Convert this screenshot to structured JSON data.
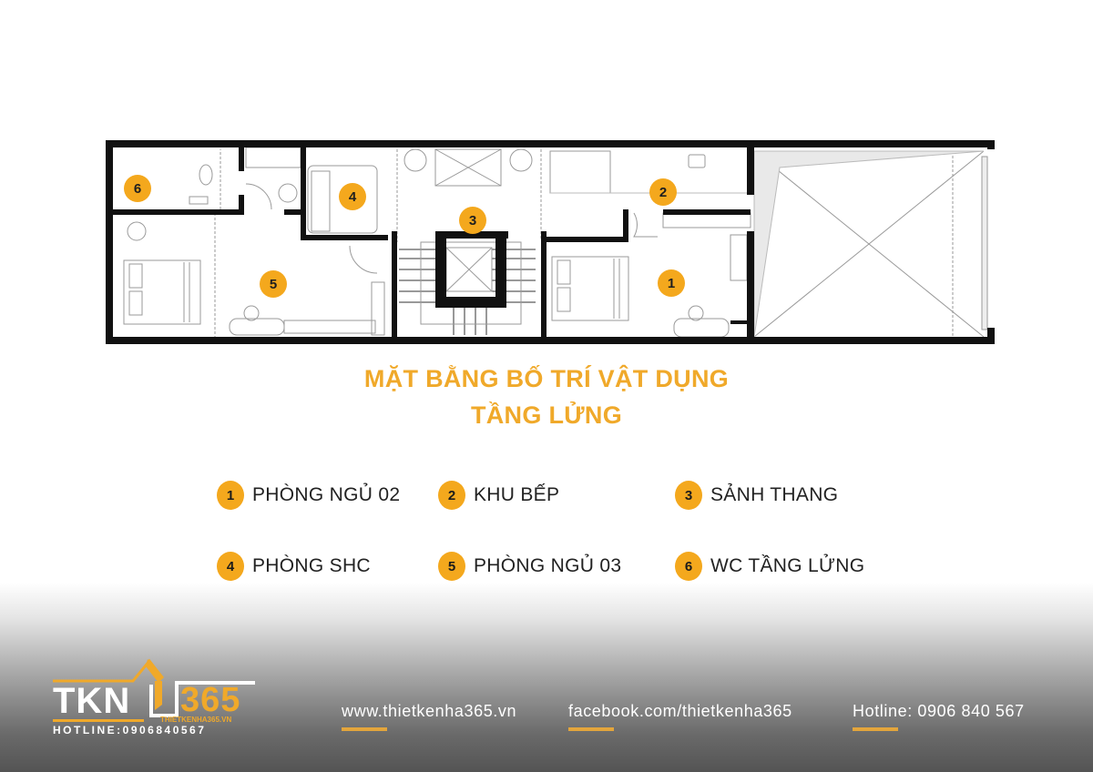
{
  "title": {
    "line1": "MẶT BẰNG BỐ TRÍ VẬT DỤNG",
    "line2": "TẦNG LỬNG"
  },
  "plan": {
    "markers": [
      {
        "num": "1",
        "room": "PHÒNG NGỦ 02"
      },
      {
        "num": "2",
        "room": "KHU BẾP"
      },
      {
        "num": "3",
        "room": "SẢNH THANG"
      },
      {
        "num": "4",
        "room": "PHÒNG SHC"
      },
      {
        "num": "5",
        "room": "PHÒNG NGỦ 03"
      },
      {
        "num": "6",
        "room": "WC TẦNG LỬNG"
      }
    ]
  },
  "legend": [
    {
      "num": "1",
      "label": "PHÒNG NGỦ 02"
    },
    {
      "num": "2",
      "label": "KHU BẾP"
    },
    {
      "num": "3",
      "label": "SẢNH THANG"
    },
    {
      "num": "4",
      "label": "PHÒNG SHC"
    },
    {
      "num": "5",
      "label": "PHÒNG NGỦ 03"
    },
    {
      "num": "6",
      "label": "WC TẦNG LỬNG"
    }
  ],
  "logo": {
    "brand_left": "TKN",
    "brand_right": "365",
    "site": "THIETKENHA365.VN",
    "hotline": "HOTLINE:0906840567"
  },
  "footer": {
    "website": "www.thietkenha365.vn",
    "facebook": "facebook.com/thietkenha365",
    "hotline": "Hotline: 0906 840 567"
  },
  "colors": {
    "accent": "#f4a81d",
    "title": "#f0a92a",
    "wall": "#111111",
    "underline": "#e3a53c"
  }
}
